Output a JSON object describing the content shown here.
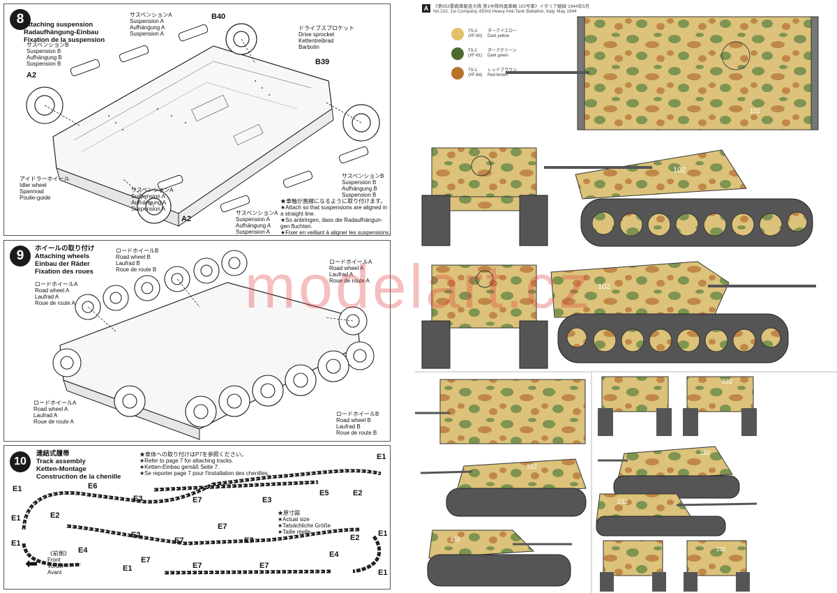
{
  "step8": {
    "number": "8",
    "title": "Attaching suspension\nRadaufhängung-Einbau\nFixation de la suspension",
    "label_suspB_left": "サスペンションB\nSuspension B\nAufhängung B\nSuspension B",
    "label_suspA_top": "サスペンションA\nSuspension A\nAufhängung A\nSuspension A",
    "label_b40": "B40",
    "label_sprocket": "ドライブスプロケット\nDrive sprocket\nKettentreibrad\nBarbotin",
    "label_b39": "B39",
    "label_a2_left": "A2",
    "label_a2_bottom": "A2",
    "label_idler": "アイドラーホイール\nIdler wheel\nSpannrad\nPoulie-guide",
    "label_suspB_right": "サスペンションB\nSuspension B\nAufhängung B\nSuspension B",
    "label_suspA_bottom": "サスペンションA\nSuspension A\nAufhängung A\nSuspension A",
    "label_suspA_mid": "サスペンションA\nSuspension A\nAufhängung A\nSuspension A",
    "note": "★車軸が直線になるように取り付けます。\n★Attach so that suspensions are aligned in\na straight line.\n★So anbringen, dass die Radaufhängun-\ngen fluchten.\n★Fixer en veillant à aligner les suspensions."
  },
  "step9": {
    "number": "9",
    "title": "ホイールの取り付け\nAttaching wheels\nEinbau der Räder\nFixation des roues",
    "label_rwB_top": "ロードホイールB\nRoad wheel B\nLaufrad B\nRoue de route B",
    "label_rwA_left": "ロードホイールA\nRoad wheel A\nLaufrad A\nRoue de route A",
    "label_rwA_right": "ロードホイールA\nRoad wheel A\nLaufrad A\nRoue de route A",
    "label_rwA_bottom": "ロードホイールA\nRoad wheel A\nLaufrad A\nRoue de route A",
    "label_rwB_bottom": "ロードホイールB\nRoad wheel B\nLaufrad B\nRoue de route B"
  },
  "step10": {
    "number": "10",
    "title": "連結式履帯\nTrack assembly\nKetten-Montage\nConstruction de la chenille",
    "note": "★車体への取り付けはP7を参照ください。\n★Refer to page 7 for attaching tracks.\n★Ketten-Einbau gemäß Seite 7.\n★Se reporter page 7 pour l'installation des chenilles.",
    "actual_size": "★原寸図\n★Actual size\n★Tatsächliche Größe\n★Taille réelle",
    "front": "《前側》\nFront\nVorder\nAvant",
    "parts": {
      "e1a": "E1",
      "e1b": "E1",
      "e1c": "E1",
      "e1d": "E1",
      "e1e": "E1",
      "e1f": "E1",
      "e1g": "E1",
      "e2a": "E2",
      "e2b": "E2",
      "e2c": "E2",
      "e2d": "E2",
      "e3a": "E3",
      "e3b": "E3",
      "e4a": "E4",
      "e4b": "E4",
      "e5a": "E5",
      "e6a": "E6",
      "e7a": "E7",
      "e7b": "E7",
      "e7c": "E7",
      "e7d": "E7",
      "e7e": "E7",
      "e7f": "E7",
      "e7g": "E7"
    }
  },
  "painting": {
    "marker": "A",
    "caption": "《第653重戦車駆逐大隊 第1中隊所属車輌 102号車》イタリア戦線 1944年5月\nNo.102, 1st Company, 653rd Heavy Anti-Tank Battalion, Italy, May 1944",
    "colors": [
      {
        "code": "TS-3\n(XF-60)",
        "name": "ダークイエロー\nDark yellow",
        "hex": "#e2c067"
      },
      {
        "code": "TS-2\n(XF-61)",
        "name": "ダークグリーン\nDark green",
        "hex": "#4d6a32"
      },
      {
        "code": "TS-1\n(XF-64)",
        "name": "レッドブラウン\nRed brown",
        "hex": "#b8722c"
      }
    ],
    "marking_102": "102",
    "marking_332": "332",
    "marking_232": "232",
    "camo_base": "#dcc27a",
    "camo_green": "#7e9450",
    "camo_brown": "#c08848"
  },
  "watermark": "modelart.cz"
}
